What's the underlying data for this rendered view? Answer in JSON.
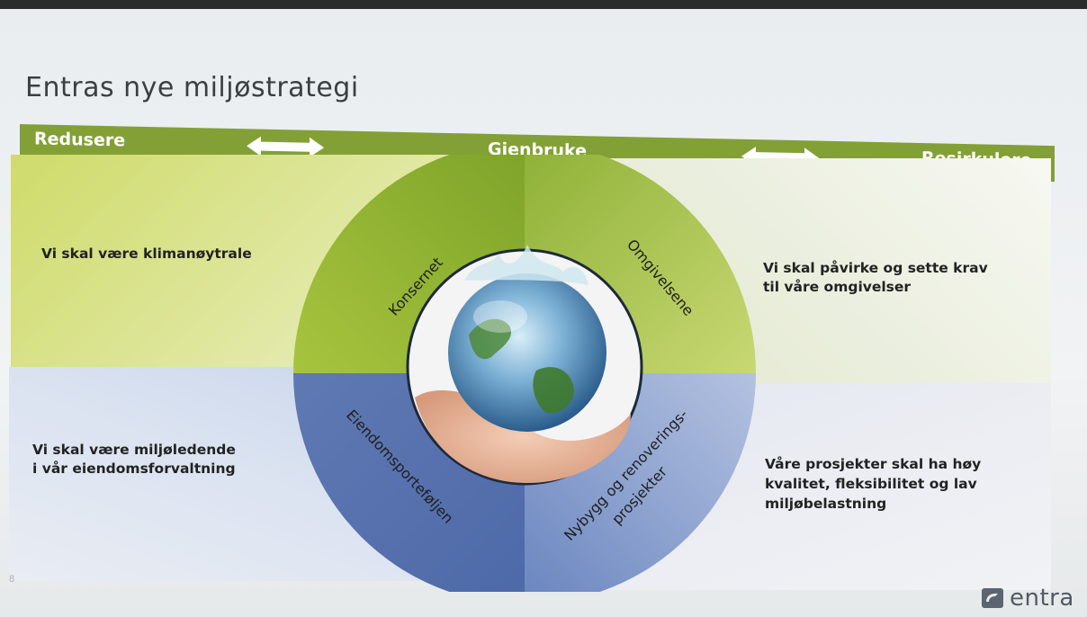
{
  "slide": {
    "title": "Entras nye miljøstrategi",
    "banner": {
      "left_label": "Redusere",
      "center_label": "Gjenbruke",
      "right_label": "Resirkulere"
    },
    "quadrants": {
      "top_left": {
        "text_line1": "Vi skal være klimanøytrale"
      },
      "top_right": {
        "text_line1": "Vi skal påvirke og sette krav",
        "text_line2": "til våre omgivelser"
      },
      "bottom_left": {
        "text_line1": "Vi skal være miljøledende",
        "text_line2": "i vår eiendomsforvaltning"
      },
      "bottom_right": {
        "text_line1": "Våre prosjekter skal ha høy",
        "text_line2": "kvalitet, fleksibilitet og lav",
        "text_line3": "miljøbelastning"
      }
    },
    "circle_segments": {
      "top_left": "Konsernet",
      "top_right": "Omgivelsene",
      "bottom_left": "Eiendomsporteføljen",
      "bottom_right_line1": "Nybygg og renoverings-",
      "bottom_right_line2": "prosjekter"
    },
    "center_image": "globe-in-hand",
    "page_number": "8",
    "logo_text": "entra"
  },
  "colors": {
    "banner_green": "#83a036",
    "segment_green": "#9dba3a",
    "segment_green_light": "#b8cc55",
    "segment_blue": "#6b87c0",
    "segment_blue_light": "#9fb1d8"
  }
}
